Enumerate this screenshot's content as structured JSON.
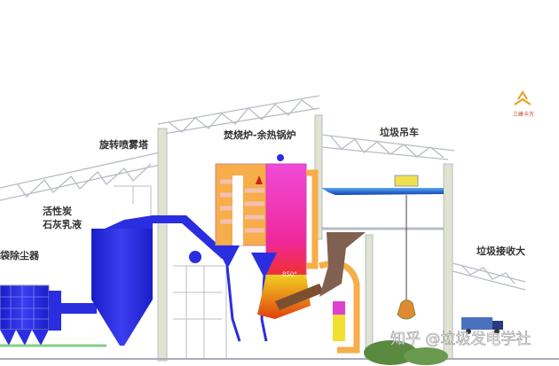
{
  "labels": {
    "spray_tower": "旋转喷雾塔",
    "activated_carbon": "活性炭",
    "lime_slurry": "石灰乳液",
    "bag_filter": "袋除尘器",
    "incinerator_boiler": "焚烧炉-余热锅炉",
    "garbage_crane": "垃圾吊车",
    "receiving_hall": "垃圾接收大",
    "temperature": "850°"
  },
  "logo": {
    "text": "三峰卡万"
  },
  "watermark": {
    "text": "知乎 @垃圾发电学社"
  },
  "colors": {
    "equipment_blue": "#2a2ee0",
    "boiler_orange": "#f6ad4a",
    "boiler_pink": "#f03cc8",
    "crane_blue": "#1e6fd0",
    "structure": "#b8bcc4"
  }
}
